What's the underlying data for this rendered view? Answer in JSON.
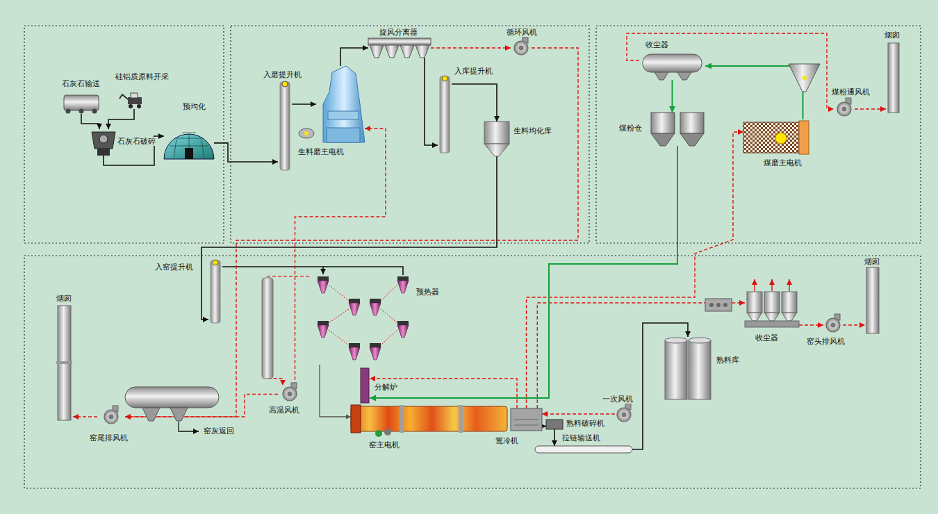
{
  "diagram": {
    "nodes": [
      {
        "text": [
          "石灰石输送"
        ]
      },
      {
        "text": [
          "硅铝质原料开采"
        ]
      },
      {
        "text": [
          "石灰石破碎"
        ]
      },
      {
        "text": [
          "预均化"
        ]
      },
      {
        "text": [
          "入磨提升机"
        ]
      },
      {
        "text": [
          "旋风分离器"
        ]
      },
      {
        "text": [
          "循环风机"
        ]
      },
      {
        "text": [
          "生料磨主电机"
        ]
      },
      {
        "text": [
          "入库提升机"
        ]
      },
      {
        "text": [
          "生料均化库"
        ]
      },
      {
        "text": [
          "收尘器"
        ]
      },
      {
        "text": [
          "烟囱"
        ]
      },
      {
        "text": [
          "煤粉仓"
        ]
      },
      {
        "text": [
          "煤粉通风机"
        ]
      },
      {
        "text": [
          "煤磨主电机"
        ]
      },
      {
        "text": [
          "烟囱"
        ]
      },
      {
        "text": [
          "入窑提升机"
        ]
      },
      {
        "text": [
          "预热器"
        ]
      },
      {
        "text": [
          "高温风机"
        ]
      },
      {
        "text": [
          "分解炉"
        ]
      },
      {
        "text": [
          "窑尾排风机"
        ]
      },
      {
        "text": [
          "窑主电机"
        ]
      },
      {
        "text": [
          "篦冷机"
        ]
      },
      {
        "text": [
          "熟料破碎机"
        ]
      },
      {
        "text": [
          "一次风机"
        ]
      },
      {
        "text": [
          "拉链输送机"
        ]
      },
      {
        "text": [
          "熟料库"
        ]
      },
      {
        "text": [
          "收尘器"
        ]
      },
      {
        "text": [
          "窑头排风机"
        ]
      },
      {
        "text": [
          "烟囱"
        ]
      }
    ],
    "edges": [
      {
        "from": 0,
        "to": 2,
        "arrow": "to"
      },
      {
        "from": 1,
        "to": 2,
        "arrow": "to"
      },
      {
        "from": 2,
        "to": 3,
        "arrow": "to"
      },
      {
        "from": 3,
        "to": 4,
        "arrow": "to"
      },
      {
        "from": 4,
        "to": 7,
        "arrow": "to"
      },
      {
        "from": 7,
        "to": 5,
        "arrow": "to"
      },
      {
        "from": 5,
        "to": 8,
        "arrow": "to"
      },
      {
        "from": 8,
        "to": 9,
        "arrow": "to"
      },
      {
        "from": 9,
        "to": 16,
        "arrow": "to"
      },
      {
        "from": 16,
        "to": 17,
        "arrow": "to"
      },
      {
        "from": 17,
        "to": 21,
        "arrow": "to"
      },
      {
        "from": 22,
        "to": 23,
        "arrow": "to"
      },
      {
        "from": 23,
        "to": 25,
        "arrow": "to"
      },
      {
        "from": 25,
        "to": 26,
        "arrow": "to"
      },
      {
        "from": 5,
        "to": 6,
        "arrow": "to"
      },
      {
        "from": 6,
        "to": 20,
        "arrow": "to"
      },
      {
        "from": 17,
        "to": 18,
        "arrow": "to"
      },
      {
        "from": 18,
        "to": 20,
        "arrow": "to"
      },
      {
        "from": 18,
        "to": 7,
        "arrow": "to"
      },
      {
        "from": 20,
        "to": 15,
        "arrow": "to"
      },
      {
        "from": 22,
        "to": 19,
        "arrow": "to"
      },
      {
        "from": 24,
        "to": 22,
        "arrow": "to"
      },
      {
        "from": 22,
        "to": 27,
        "arrow": "to"
      },
      {
        "from": 27,
        "to": 28,
        "arrow": "to"
      },
      {
        "from": 28,
        "to": 29,
        "arrow": "to"
      },
      {
        "from": 22,
        "to": 14,
        "arrow": "to"
      },
      {
        "from": 10,
        "to": 13,
        "arrow": "to"
      },
      {
        "from": 13,
        "to": 11,
        "arrow": "to"
      },
      {
        "from": 14,
        "to": 10,
        "arrow": "to"
      },
      {
        "from": 10,
        "to": 12,
        "arrow": "to"
      },
      {
        "from": 12,
        "to": 19,
        "arrow": "to"
      }
    ],
    "labels": [
      "窑灰返回"
    ]
  }
}
